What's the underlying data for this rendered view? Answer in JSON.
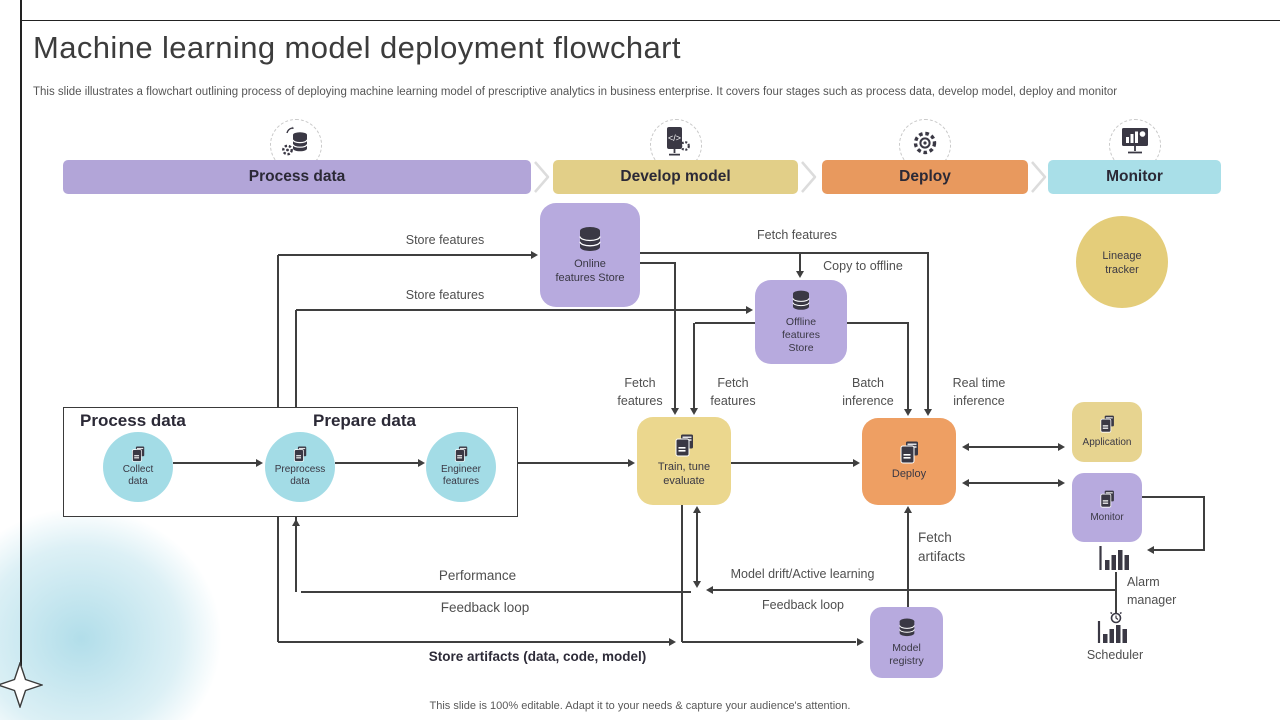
{
  "slide": {
    "title": "Machine learning model deployment flowchart",
    "subtitle": "This slide illustrates a flowchart outlining process of deploying machine learning model of prescriptive analytics in business enterprise. It covers four stages such as process data, develop model, deploy and monitor",
    "footer": "This slide is 100% editable. Adapt it to your needs & capture your audience's attention."
  },
  "stages": {
    "process_data": "Process data",
    "develop_model": "Develop model",
    "deploy": "Deploy",
    "monitor": "Monitor"
  },
  "group": {
    "process_heading": "Process data",
    "prepare_heading": "Prepare data"
  },
  "nodes": {
    "online_store": "Online\nfeatures Store",
    "offline_store": "Offline\nfeatures\nStore",
    "lineage_tracker": "Lineage\ntracker",
    "train": "Train,  tune\nevaluate",
    "deploy": "Deploy",
    "application": "Application",
    "monitor": "Monitor",
    "model_registry": "Model\nregistry",
    "collect": "Collect\ndata",
    "preprocess": "Preprocess\ndata",
    "engineer": "Engineer\nfeatures"
  },
  "edge_labels": {
    "store_features_1": "Store features",
    "store_features_2": "Store features",
    "fetch_features_top": "Fetch  features",
    "copy_to_offline": "Copy to offline",
    "fetch_features_left": "Fetch\nfeatures",
    "fetch_features_mid": "Fetch\nfeatures",
    "batch_inference": "Batch\ninference",
    "realtime_inference": "Real time\ninference",
    "performance": "Performance",
    "feedback_left": "Feedback loop",
    "model_drift": "Model drift/Active learning",
    "feedback_right": "Feedback loop",
    "fetch_artifacts": "Fetch\nartifacts",
    "store_artifacts": "Store artifacts (data, code, model)",
    "alarm_manager": "Alarm\nmanager",
    "scheduler": "Scheduler"
  },
  "icons": {
    "stage_process": "database-gear-icon",
    "stage_develop": "code-monitor-icon",
    "stage_deploy": "gear-icon",
    "stage_monitor": "chart-monitor-icon",
    "store": "database-icon",
    "task": "documents-icon",
    "alarm": "bar-chart-icon",
    "scheduler": "bar-chart-clock-icon"
  },
  "colors": {
    "stage_process": "#b2a5d8",
    "stage_develop": "#e2cf88",
    "stage_deploy": "#e8995e",
    "stage_monitor": "#a9dfe8",
    "node_purple": "#b7aade",
    "node_yellow": "#ebd78e",
    "node_orange": "#ee9f63",
    "node_teal": "#a3dce6",
    "lineage_yellow": "#e4cd7a",
    "connector": "#3f3f3f",
    "edge_label_text": "#4f4f4f",
    "heading_text": "#2b2936"
  }
}
